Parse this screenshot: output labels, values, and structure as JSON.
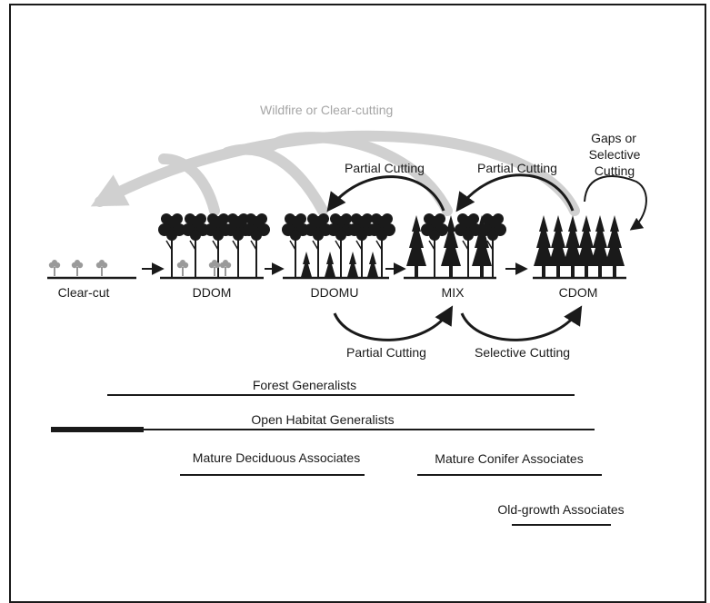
{
  "diagram": {
    "disturbance_label": "Wildfire or Clear-cutting",
    "stages": [
      {
        "id": "clearcut",
        "label": "Clear-cut"
      },
      {
        "id": "ddom",
        "label": "DDOM"
      },
      {
        "id": "ddomu",
        "label": "DDOMU"
      },
      {
        "id": "mix",
        "label": "MIX"
      },
      {
        "id": "cdom",
        "label": "CDOM"
      }
    ],
    "upper_arrows": [
      {
        "label": "Partial Cutting",
        "from": "MIX",
        "to": "DDOMU"
      },
      {
        "label": "Partial Cutting",
        "from": "CDOM",
        "to": "MIX"
      }
    ],
    "self_loop": {
      "lines": [
        "Gaps or",
        "Selective",
        "Cutting"
      ],
      "stage": "CDOM"
    },
    "lower_arrows": [
      {
        "label": "Partial Cutting",
        "from": "DDOMU",
        "to": "MIX"
      },
      {
        "label": "Selective Cutting",
        "from": "MIX",
        "to": "CDOM"
      }
    ],
    "guilds": [
      {
        "label": "Forest Generalists"
      },
      {
        "label": "Open Habitat Generalists"
      },
      {
        "label": "Mature Deciduous Associates"
      },
      {
        "label": "Mature Conifer Associates"
      },
      {
        "label": "Old-growth Associates"
      }
    ],
    "colors": {
      "ink": "#1a1a1a",
      "disturbance": "#cccccc",
      "disturbance_text": "#a6a6a6"
    }
  }
}
